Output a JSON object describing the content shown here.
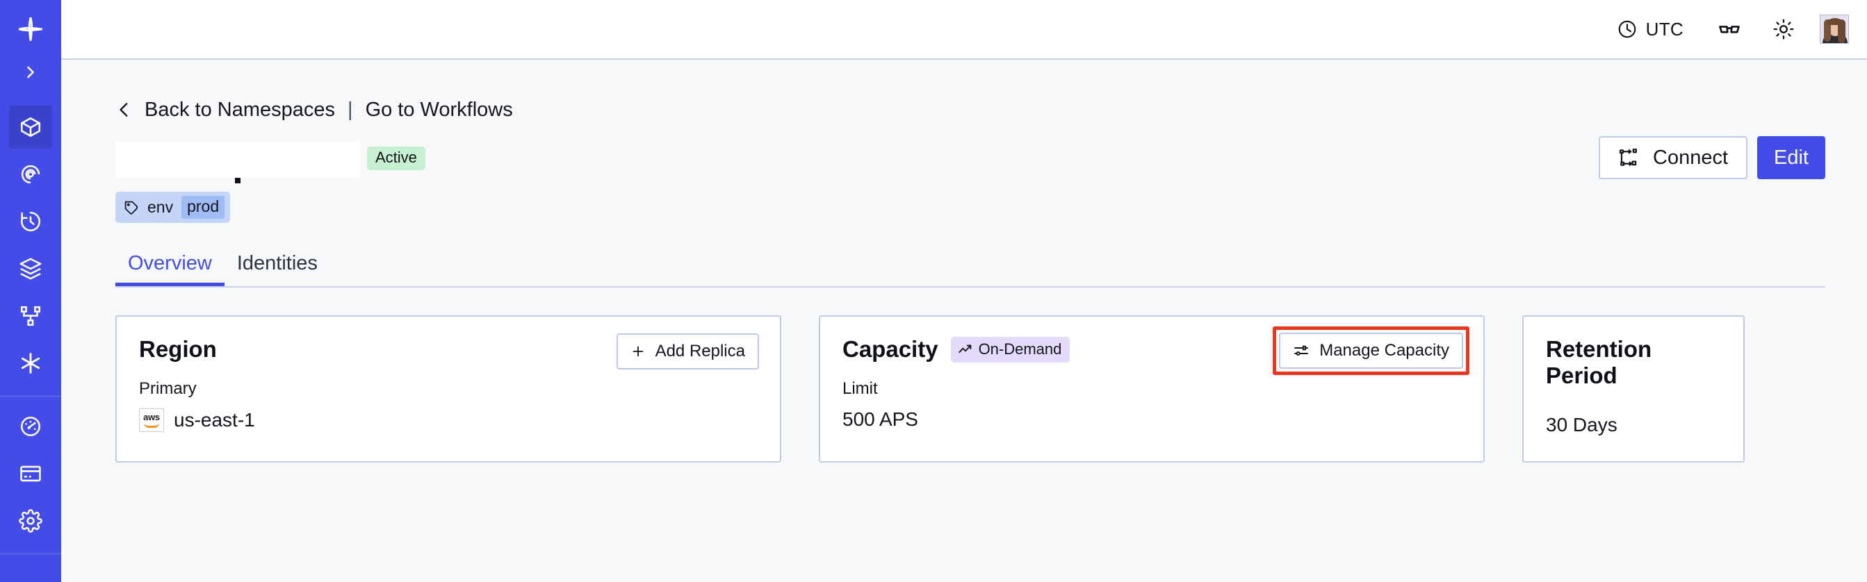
{
  "sidebar": {
    "logo_icon": "temporal-star-logo",
    "expand_icon": "chevron-right-icon",
    "items": [
      {
        "name": "namespaces",
        "icon": "box-icon",
        "active": true
      },
      {
        "name": "observability",
        "icon": "radar-target-icon",
        "active": false
      },
      {
        "name": "schedules",
        "icon": "timer-icon",
        "active": false
      },
      {
        "name": "batch-operations",
        "icon": "layers-icon",
        "active": false
      },
      {
        "name": "workflows",
        "icon": "git-branch-icon",
        "active": false
      },
      {
        "name": "nexus",
        "icon": "asterisk-icon",
        "active": false
      }
    ],
    "bottom_items": [
      {
        "name": "usage",
        "icon": "gauge-icon"
      },
      {
        "name": "billing",
        "icon": "credit-card-icon"
      },
      {
        "name": "settings",
        "icon": "gear-icon"
      }
    ]
  },
  "topbar": {
    "timezone_label": "UTC",
    "clock_icon": "clock-icon",
    "glasses_icon": "glasses-icon",
    "theme_icon": "sun-icon",
    "avatar_icon": "user-avatar"
  },
  "breadcrumb": {
    "back_icon": "chevron-left-icon",
    "back_label": "Back to Namespaces",
    "separator": "|",
    "forward_label": "Go to Workflows"
  },
  "header": {
    "title_redacted": "",
    "status": "Active",
    "status_color": "#C7F0D2",
    "tag": {
      "icon": "tag-icon",
      "key": "env",
      "value": "prod"
    },
    "connect_label": "Connect",
    "connect_icon": "connect-flow-icon",
    "edit_label": "Edit",
    "accent_color": "#444CE7"
  },
  "tabs": [
    {
      "label": "Overview",
      "active": true
    },
    {
      "label": "Identities",
      "active": false
    }
  ],
  "cards": {
    "region": {
      "title": "Region",
      "button_label": "Add Replica",
      "button_icon": "plus-icon",
      "sublabel": "Primary",
      "provider_icon": "aws-logo",
      "provider_text": "aws",
      "value": "us-east-1"
    },
    "capacity": {
      "title": "Capacity",
      "badge_label": "On-Demand",
      "badge_icon": "trending-up-icon",
      "badge_color": "#E3DBF9",
      "button_label": "Manage Capacity",
      "button_icon": "sliders-icon",
      "highlighted": true,
      "highlight_color": "#E8371E",
      "sublabel": "Limit",
      "value": "500 APS"
    },
    "retention": {
      "title": "Retention Period",
      "value": "30 Days"
    }
  }
}
